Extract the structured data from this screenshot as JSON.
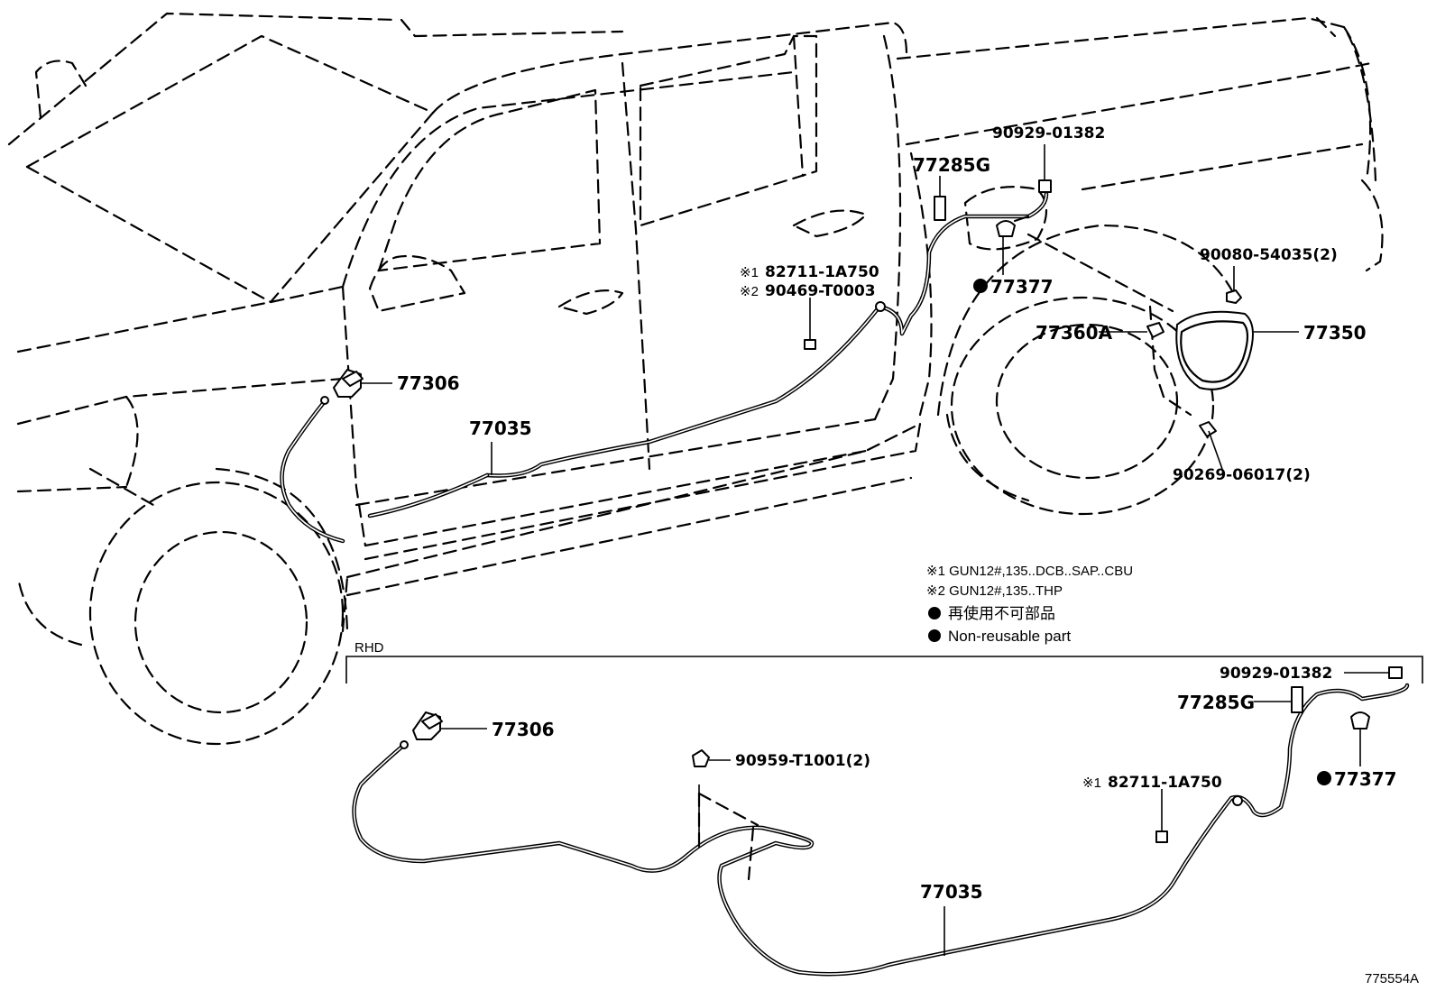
{
  "diagram_id": "775554A",
  "section_label": "RHD",
  "upper": {
    "p77306": "77306",
    "p77035": "77035",
    "p77285G": "77285G",
    "p90929": "90929-01382",
    "p77377": "77377",
    "p90080": "90080-54035(2)",
    "p77360A": "77360A",
    "p77350": "77350",
    "p90269": "90269-06017(2)",
    "note1_mark": "※1",
    "note1_part": "82711-1A750",
    "note2_mark": "※2",
    "note2_part": "90469-T0003"
  },
  "lower": {
    "p77306": "77306",
    "p90959": "90959-T1001(2)",
    "p90929": "90929-01382",
    "p77285G": "77285G",
    "p77377": "77377",
    "note1_mark": "※1",
    "note1_part": "82711-1A750",
    "p77035": "77035"
  },
  "legend": {
    "line1": "※1 GUN12#,135..DCB..SAP..CBU",
    "line2": "※2 GUN12#,135..THP",
    "line3": "再使用不可部品",
    "line4": "Non-reusable part"
  }
}
